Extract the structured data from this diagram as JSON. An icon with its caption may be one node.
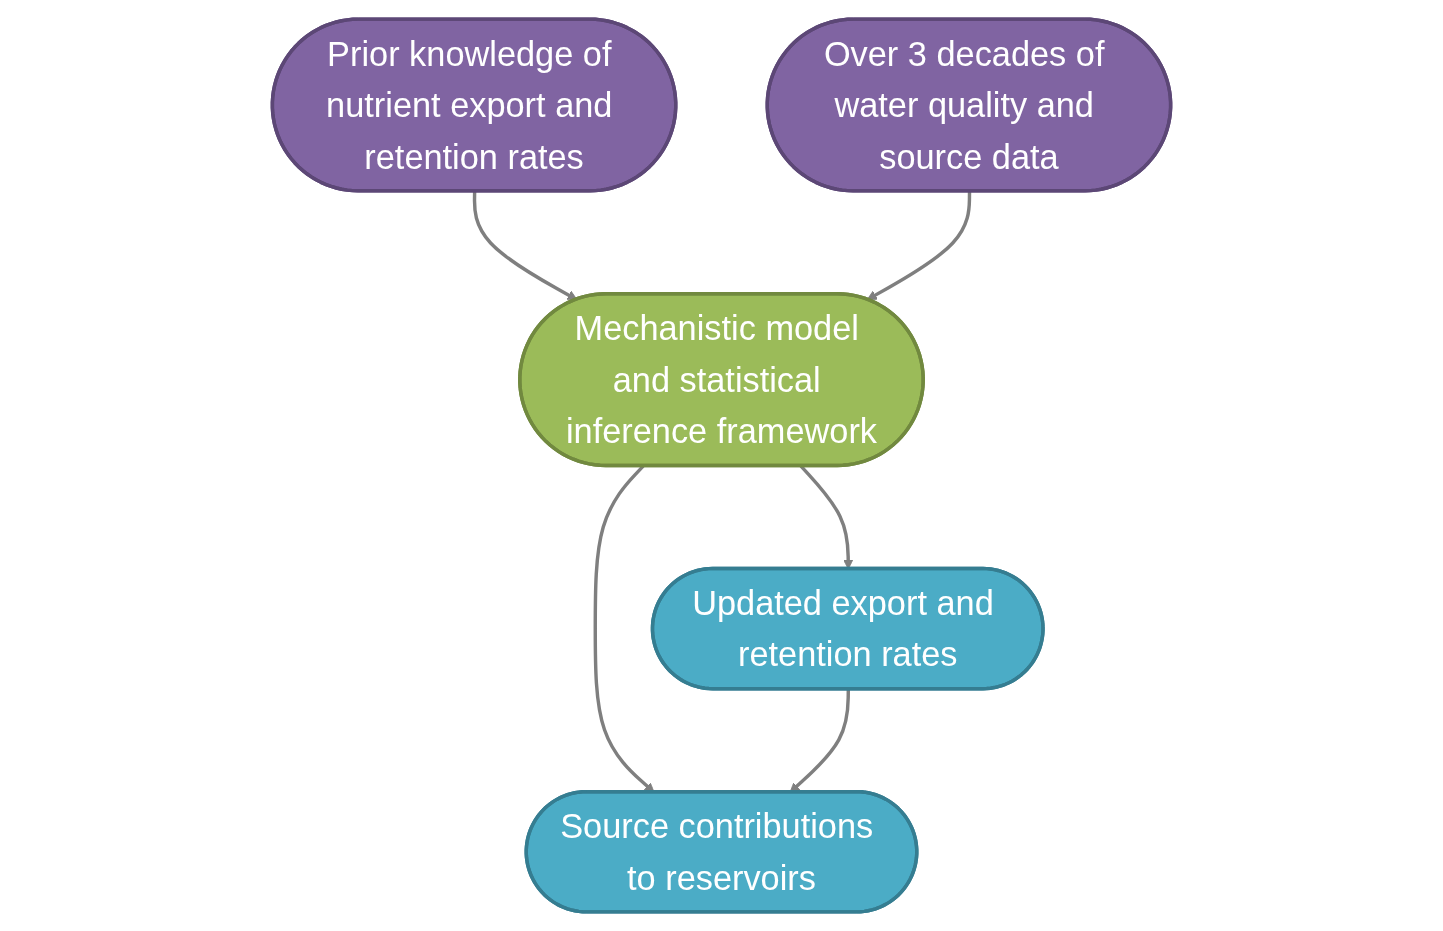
{
  "diagram": {
    "nodes": [
      {
        "text": [
          "Prior knowledge of nutrient export and retention rates"
        ]
      },
      {
        "text": [
          "Over 3 decades of water quality and source data"
        ]
      },
      {
        "text": [
          "Mechanistic model and statistical inference framework"
        ]
      },
      {
        "text": [
          "Updated export and retention rates"
        ]
      },
      {
        "text": [
          "Source contributions to reservoirs"
        ]
      }
    ],
    "edges": [
      {
        "from": 0,
        "to": 2,
        "arrow": "to"
      },
      {
        "from": 1,
        "to": 2,
        "arrow": "to"
      },
      {
        "from": 2,
        "to": 3,
        "arrow": "to"
      },
      {
        "from": 2,
        "to": 4,
        "arrow": "to"
      },
      {
        "from": 3,
        "to": 4,
        "arrow": "to"
      }
    ]
  }
}
